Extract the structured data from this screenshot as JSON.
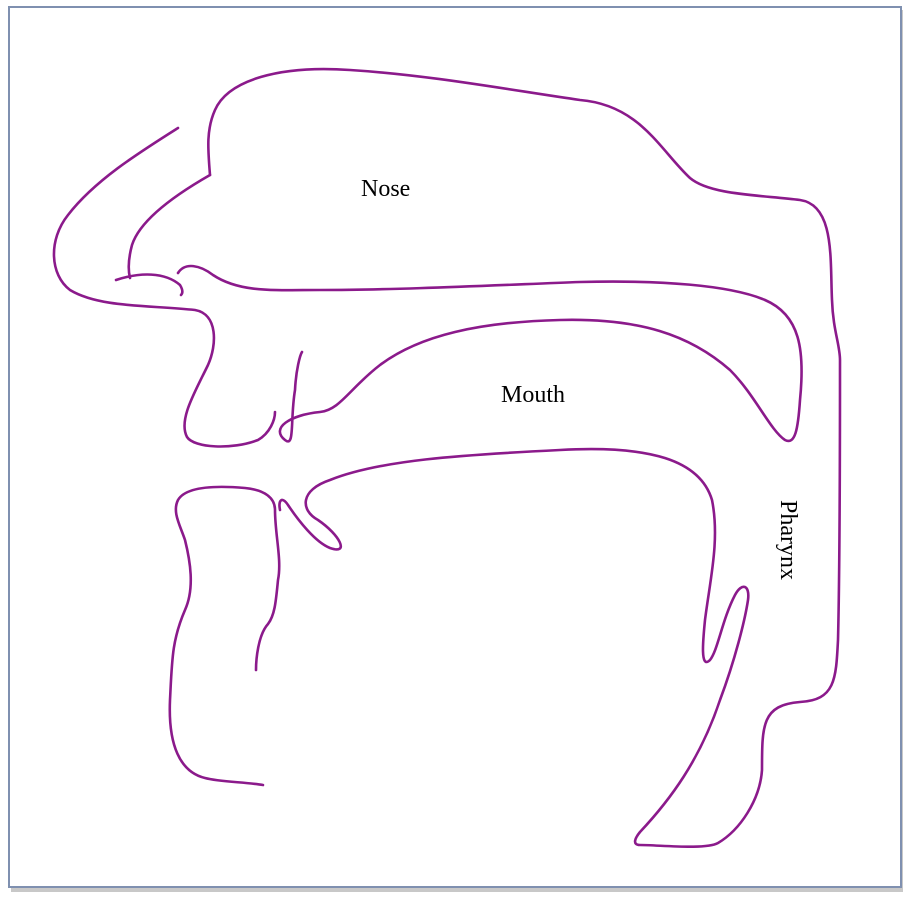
{
  "figure": {
    "outline_color": "#8b1a8b",
    "background": "#ffffff",
    "frame_color": "#7f90b0"
  },
  "labels": {
    "nose": "Nose",
    "mouth": "Mouth",
    "pharynx": "Pharynx"
  }
}
